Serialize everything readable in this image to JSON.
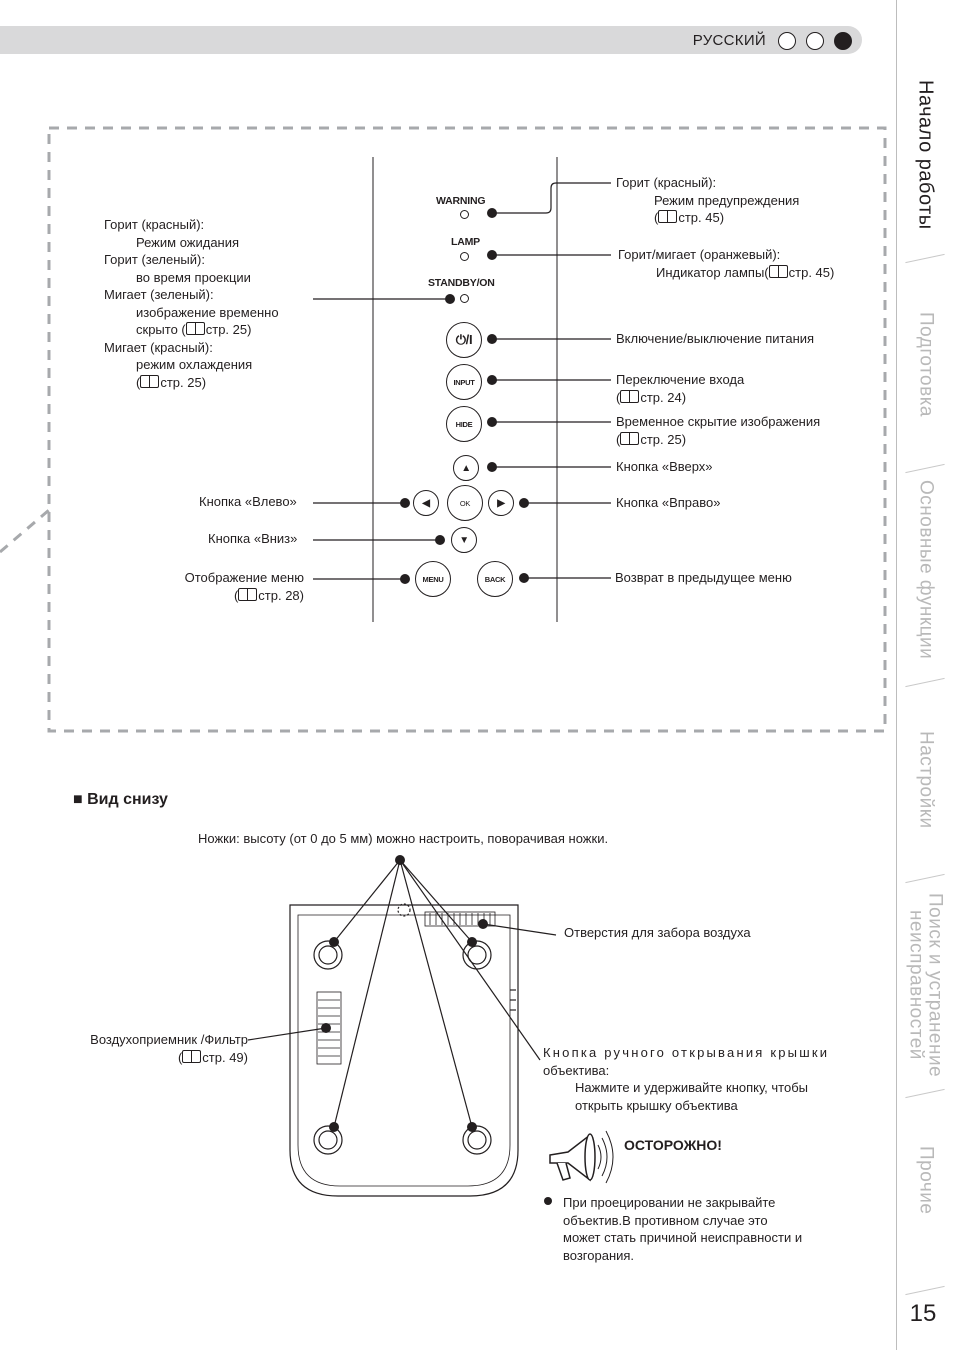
{
  "header": {
    "language": "РУССКИЙ"
  },
  "sidebar": {
    "tabs": [
      {
        "label": "Начало работы"
      },
      {
        "label": "Подготовка"
      },
      {
        "label": "Основные функции"
      },
      {
        "label": "Настройки"
      },
      {
        "label": "Поиск и устранение неисправностей",
        "line1": "Поиск и устранение",
        "line2": "неисправностей"
      },
      {
        "label": "Прочие"
      }
    ],
    "page_number": "15"
  },
  "panel": {
    "indicators": {
      "warning": "WARNING",
      "lamp": "LAMP",
      "standby": "STANDBY/ON"
    },
    "buttons": {
      "power": "⏻/I",
      "input": "INPUT",
      "hide": "HIDE",
      "up": "▲",
      "left": "◀",
      "ok": "OK",
      "right": "▶",
      "down": "▼",
      "menu": "MENU",
      "back": "BACK"
    },
    "left_callouts": {
      "standby": [
        "Горит (красный):",
        "Режим ожидания",
        "Горит (зеленый):",
        "во время проекции",
        "Мигает (зеленый):",
        "изображение временно",
        "скрыто (",
        "стр. 25)",
        "Мигает (красный):",
        "режим охлаждения",
        "(",
        "стр. 25)"
      ],
      "left_button": "Кнопка «Влево»",
      "down_button": "Кнопка «Вниз»",
      "menu": [
        "Отображение меню",
        "(",
        "стр. 28)"
      ]
    },
    "right_callouts": {
      "warning": [
        "Горит (красный):",
        "Режим предупреждения",
        "(",
        "стр. 45)"
      ],
      "lamp": [
        "Горит/мигает (оранжевый):",
        "Индикатор лампы(",
        "стр. 45)"
      ],
      "power": "Включение/выключение питания",
      "input": [
        "Переключение входа",
        "(",
        "стр. 24)"
      ],
      "hide": [
        "Временное скрытие изображения",
        "(",
        "стр. 25)"
      ],
      "up": "Кнопка «Вверх»",
      "right": "Кнопка «Вправо»",
      "back": "Возврат в предыдущее меню"
    }
  },
  "bottom": {
    "section_title": "■ Вид снизу",
    "feet_caption": "Ножки: высоту (от 0 до 5 мм) можно настроить, поворачивая ножки.",
    "air_intake": "Отверстия для забора воздуха",
    "filter": [
      "Воздухоприемник /Фильтр",
      "(",
      "стр. 49)"
    ],
    "lens_cover": [
      "Кнопка ручного открывания крышки",
      "объектива:",
      "Нажмите и удерживайте кнопку, чтобы",
      "открыть крышку объектива"
    ],
    "caution_title": "ОСТОРОЖНО!",
    "caution_text": [
      "При проецировании не закрывайте",
      "объектив.В противном случае это",
      "может стать причиной неисправности и",
      "возгорания."
    ]
  }
}
